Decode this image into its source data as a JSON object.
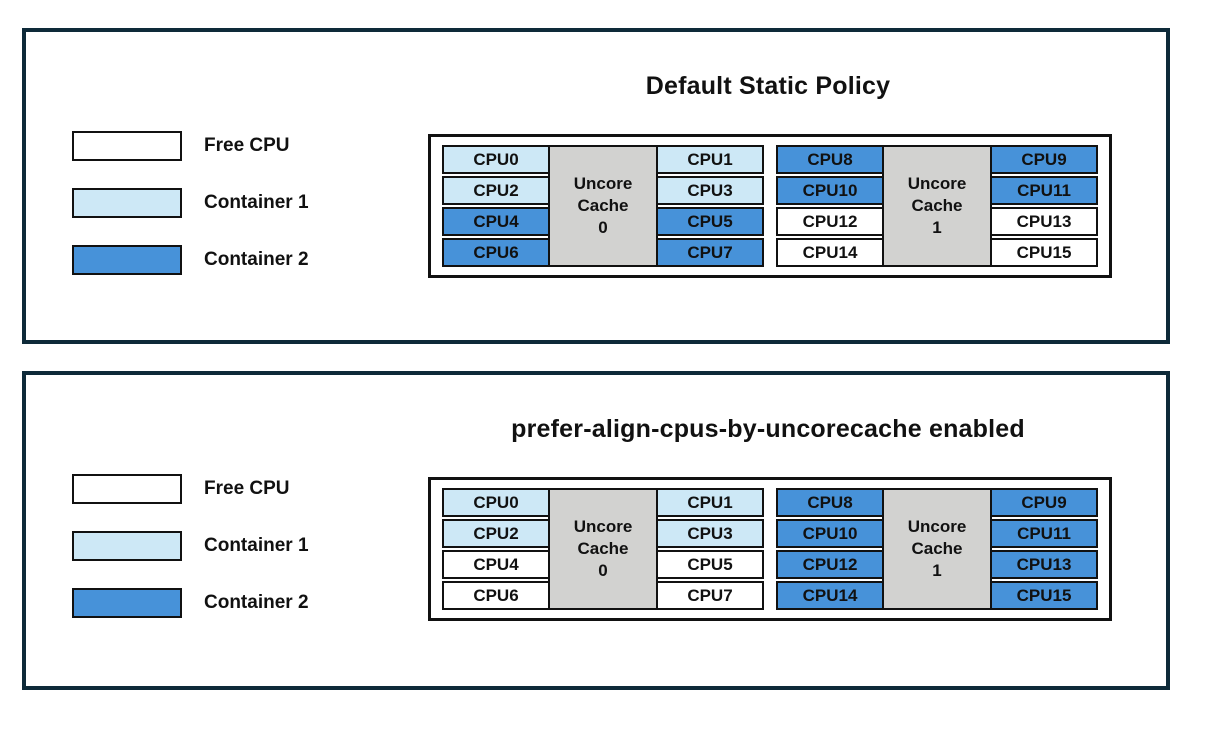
{
  "colors": {
    "free": "#ffffff",
    "container1": "#cde8f6",
    "container2": "#4792d9",
    "uncore_cache": "#d2d2d0",
    "panel_border": "#0e2a39",
    "cell_border": "#111111"
  },
  "legend": [
    {
      "label": "Free CPU",
      "state": "free"
    },
    {
      "label": "Container 1",
      "state": "container1"
    },
    {
      "label": "Container 2",
      "state": "container2"
    }
  ],
  "panels": [
    {
      "title": "Default Static Policy",
      "clusters": [
        {
          "cache_label": [
            "Uncore",
            "Cache",
            "0"
          ],
          "left": [
            {
              "label": "CPU0",
              "state": "container1"
            },
            {
              "label": "CPU2",
              "state": "container1"
            },
            {
              "label": "CPU4",
              "state": "container2"
            },
            {
              "label": "CPU6",
              "state": "container2"
            }
          ],
          "right": [
            {
              "label": "CPU1",
              "state": "container1"
            },
            {
              "label": "CPU3",
              "state": "container1"
            },
            {
              "label": "CPU5",
              "state": "container2"
            },
            {
              "label": "CPU7",
              "state": "container2"
            }
          ]
        },
        {
          "cache_label": [
            "Uncore",
            "Cache",
            "1"
          ],
          "left": [
            {
              "label": "CPU8",
              "state": "container2"
            },
            {
              "label": "CPU10",
              "state": "container2"
            },
            {
              "label": "CPU12",
              "state": "free"
            },
            {
              "label": "CPU14",
              "state": "free"
            }
          ],
          "right": [
            {
              "label": "CPU9",
              "state": "container2"
            },
            {
              "label": "CPU11",
              "state": "container2"
            },
            {
              "label": "CPU13",
              "state": "free"
            },
            {
              "label": "CPU15",
              "state": "free"
            }
          ]
        }
      ]
    },
    {
      "title": "prefer-align-cpus-by-uncorecache enabled",
      "clusters": [
        {
          "cache_label": [
            "Uncore",
            "Cache",
            "0"
          ],
          "left": [
            {
              "label": "CPU0",
              "state": "container1"
            },
            {
              "label": "CPU2",
              "state": "container1"
            },
            {
              "label": "CPU4",
              "state": "free"
            },
            {
              "label": "CPU6",
              "state": "free"
            }
          ],
          "right": [
            {
              "label": "CPU1",
              "state": "container1"
            },
            {
              "label": "CPU3",
              "state": "container1"
            },
            {
              "label": "CPU5",
              "state": "free"
            },
            {
              "label": "CPU7",
              "state": "free"
            }
          ]
        },
        {
          "cache_label": [
            "Uncore",
            "Cache",
            "1"
          ],
          "left": [
            {
              "label": "CPU8",
              "state": "container2"
            },
            {
              "label": "CPU10",
              "state": "container2"
            },
            {
              "label": "CPU12",
              "state": "container2"
            },
            {
              "label": "CPU14",
              "state": "container2"
            }
          ],
          "right": [
            {
              "label": "CPU9",
              "state": "container2"
            },
            {
              "label": "CPU11",
              "state": "container2"
            },
            {
              "label": "CPU13",
              "state": "container2"
            },
            {
              "label": "CPU15",
              "state": "container2"
            }
          ]
        }
      ]
    }
  ]
}
